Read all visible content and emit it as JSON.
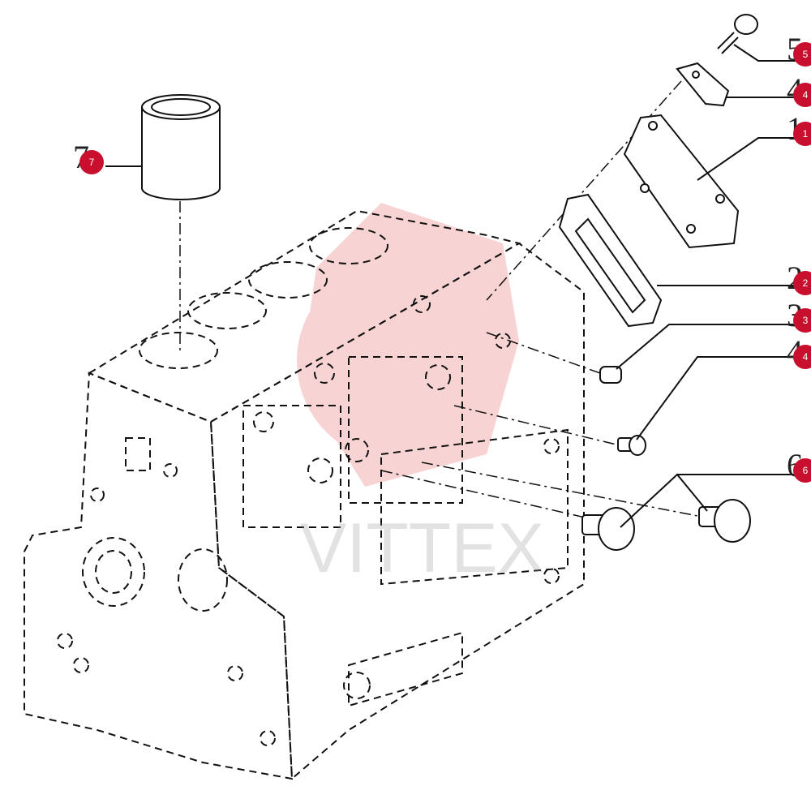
{
  "callouts": [
    {
      "id": "5",
      "marker": "5"
    },
    {
      "id": "4a",
      "marker": "4"
    },
    {
      "id": "1",
      "marker": "1"
    },
    {
      "id": "2",
      "marker": "2"
    },
    {
      "id": "3",
      "marker": "3"
    },
    {
      "id": "4b",
      "marker": "4"
    },
    {
      "id": "6",
      "marker": "6"
    },
    {
      "id": "7",
      "marker": "7"
    }
  ],
  "watermark": {
    "text": "VITTEX"
  },
  "colors": {
    "marker": "#c8102e",
    "line": "#111111",
    "watermark": "#e03a3a"
  }
}
